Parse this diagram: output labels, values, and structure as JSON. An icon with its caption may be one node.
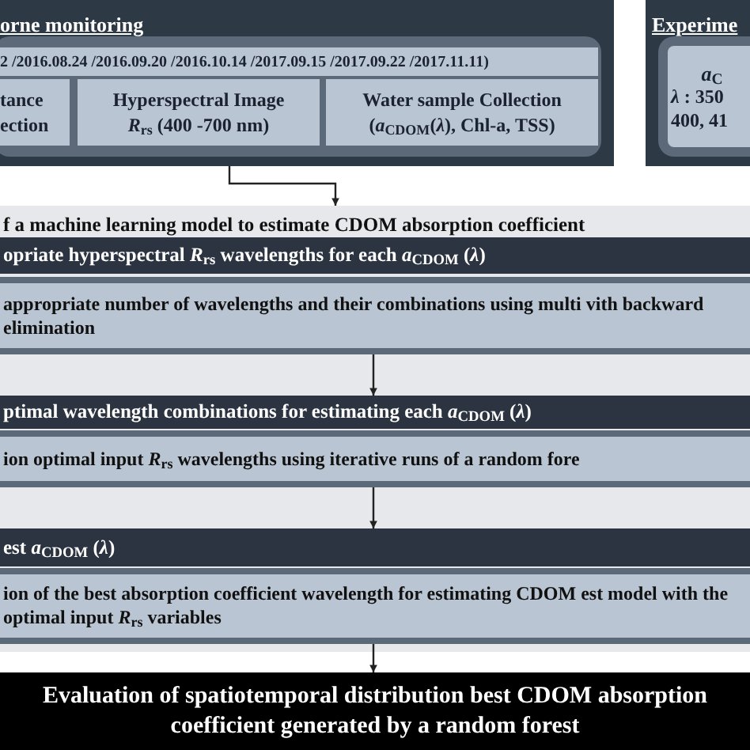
{
  "diagram": {
    "nodes": [
      {
        "text": [
          "orne monitoring"
        ]
      },
      {
        "text": [],
        "shape": "box",
        "in": 0
      },
      {
        "text": [
          "2 /2016.08.24 /2016.09.20 /2016.10.14 /2017.09.15 /2017.09.22 /2017.11.11)"
        ],
        "in": 1
      },
      {
        "text": [
          "tance ection"
        ],
        "in": 1
      },
      {
        "text": [
          "Hyperspectral Image *R*$_{rs}$ (400 -700 nm)"
        ],
        "in": 1
      },
      {
        "text": [
          "Water sample Collection (*a*$_{CDOM}$(*λ*), Chl-a, TSS)"
        ],
        "in": 1
      },
      {
        "text": [
          "Experime"
        ]
      },
      {
        "text": [
          "*a*$_{C}$",
          "*λ* : 350",
          "400, 41"
        ],
        "in": 6
      },
      {
        "text": [
          "f a machine learning model to estimate CDOM absorption coefficient"
        ]
      },
      {
        "text": [
          "opriate hyperspectral *R*$_{rs}$ wavelengths for each *a*$_{CDOM}$ (*λ*)"
        ],
        "in": 8
      },
      {
        "text": [
          "appropriate number of wavelengths and their combinations using multi vith backward elimination"
        ],
        "in": 8
      },
      {
        "text": [
          "ptimal wavelength combinations for estimating each *a*$_{CDOM}$ (*λ*)"
        ],
        "in": 8
      },
      {
        "text": [
          "ion optimal input *R*$_{rs}$ wavelengths using iterative runs of a random fore"
        ],
        "in": 8
      },
      {
        "text": [
          "est *a*$_{CDOM}$ (*λ*)"
        ],
        "in": 8
      },
      {
        "text": [
          "ion of the best absorption coefficient wavelength for estimating CDOM est model with the optimal input *R*$_{rs}$ variables"
        ],
        "in": 8
      },
      {
        "text": [
          "Evaluation of spatiotemporal distribution best CDOM absorption coefficient generated by a random forest"
        ]
      }
    ],
    "edges": [
      {
        "from": 0,
        "to": 8,
        "arrow": "to"
      },
      {
        "from": 10,
        "to": 11,
        "arrow": "to"
      },
      {
        "from": 12,
        "to": 13,
        "arrow": "to"
      },
      {
        "from": 14,
        "to": 15,
        "arrow": "to"
      }
    ]
  }
}
